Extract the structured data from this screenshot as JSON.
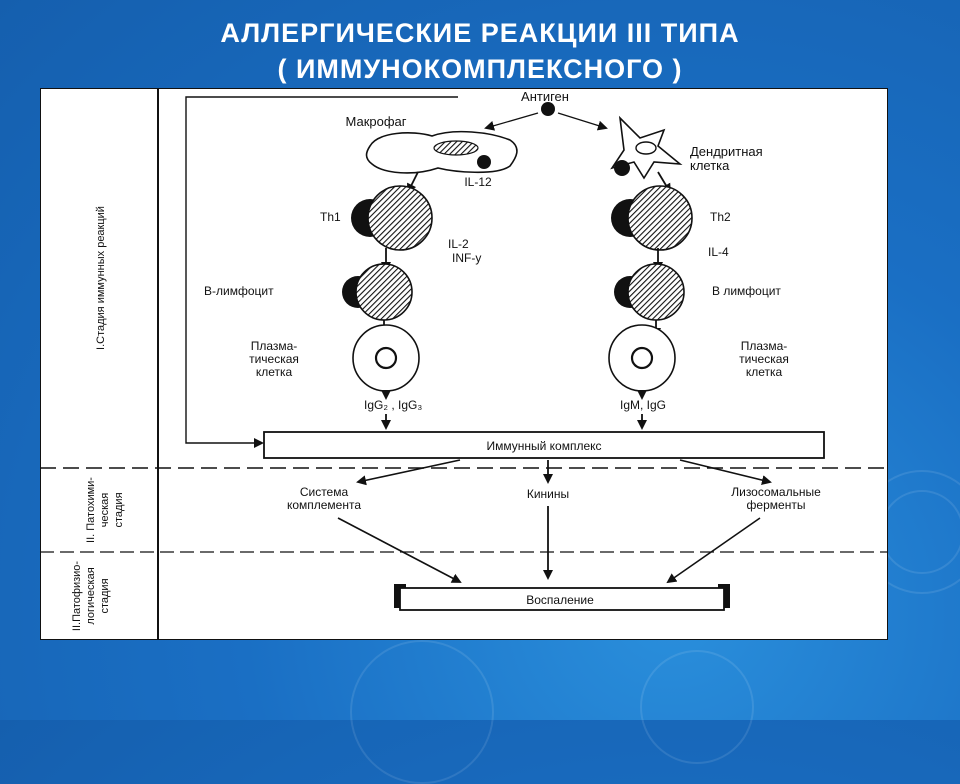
{
  "slide": {
    "title_line1": "АЛЛЕРГИЧЕСКИЕ РЕАКЦИИ  III ТИПА",
    "title_line2": "( ИММУНОКОМПЛЕКСНОГО )"
  },
  "stages": {
    "stage1": "I.Стадия иммунных реакций",
    "stage2_line1": "II. Патохими-",
    "stage2_line2": "ческая",
    "stage2_line3": "стадия",
    "stage3_line1": "II.Патофизио-",
    "stage3_line2": "логическая",
    "stage3_line3": "стадия"
  },
  "nodes": {
    "antigen": "Антиген",
    "macrophage": "Макрофаг",
    "dendritic_line1": "Дендритная",
    "dendritic_line2": "клетка",
    "il12": "IL-12",
    "th1": "Th1",
    "th2": "Th2",
    "il2": "IL-2",
    "infy": "INF-y",
    "il4": "IL-4",
    "b_left": "B-лимфоцит",
    "b_right": "B лимфоцит",
    "plasma_left_1": "Плазма-",
    "plasma_left_2": "тическая",
    "plasma_left_3": "клетка",
    "plasma_right_1": "Плазма-",
    "plasma_right_2": "тическая",
    "plasma_right_3": "клетка",
    "igg_left": "IgG₂ , IgG₃",
    "igm_right": "IgM, IgG",
    "immune_complex": "Иммунный комплекс",
    "complement_line1": "Система",
    "complement_line2": "комплемента",
    "kinins": "Кинины",
    "lysosomal_line1": "Лизосомальные",
    "lysosomal_line2": "ферменты",
    "inflammation": "Воспаление"
  }
}
